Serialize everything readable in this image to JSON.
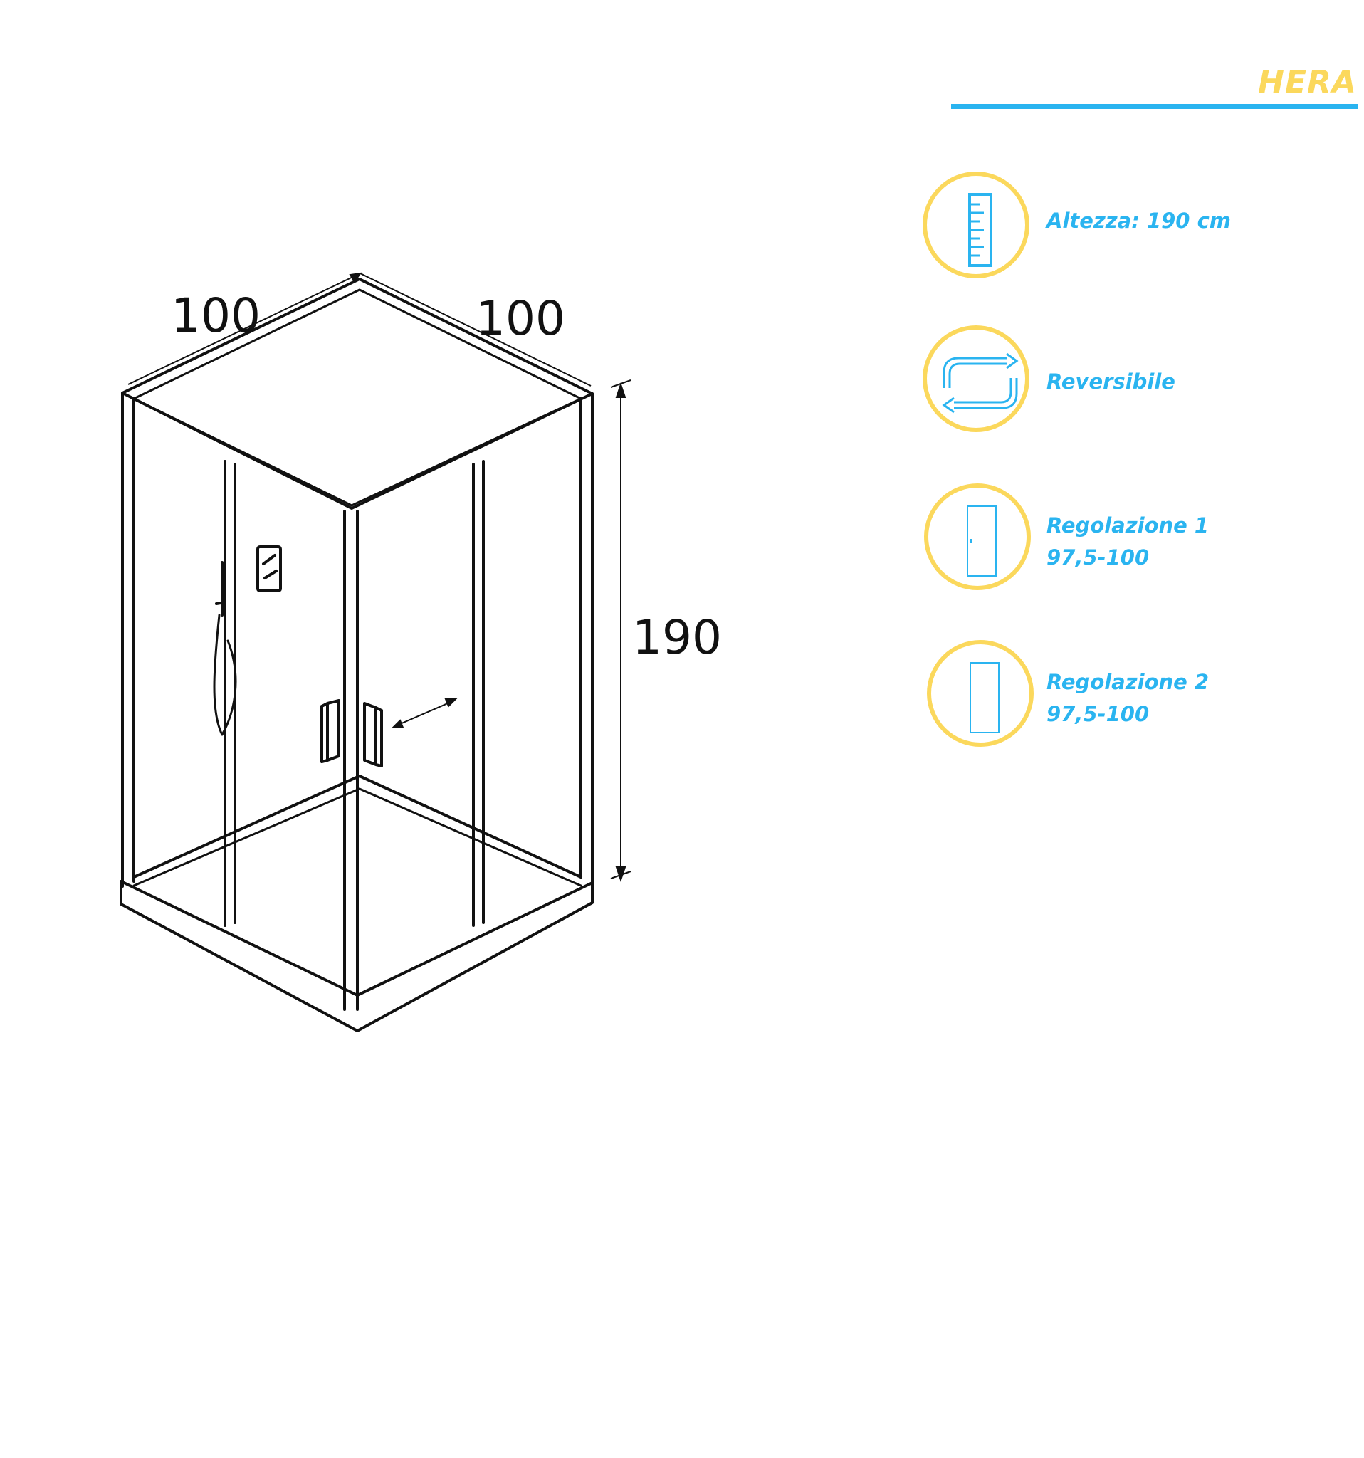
{
  "brand": {
    "name": "HERA",
    "color": "#fbd85c",
    "rule_color": "#2ab4f0"
  },
  "colors": {
    "accent": "#2ab4f0",
    "badge_ring": "#fbd85c",
    "line": "#111111"
  },
  "dimensions": {
    "width_left": "100",
    "width_right": "100",
    "height": "190"
  },
  "features": [
    {
      "icon": "ruler-icon",
      "line1": "Altezza: 190 cm",
      "line2": ""
    },
    {
      "icon": "reversible-arrows-icon",
      "line1": "Reversibile",
      "line2": ""
    },
    {
      "icon": "door-adjust-1-icon",
      "line1": "Regolazione 1",
      "line2": "97,5-100"
    },
    {
      "icon": "door-adjust-2-icon",
      "line1": "Regolazione 2",
      "line2": "97,5-100"
    }
  ]
}
